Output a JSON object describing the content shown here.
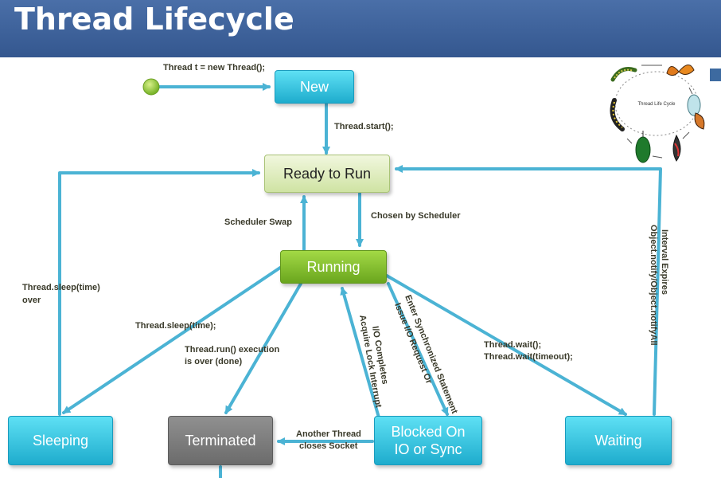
{
  "title": "Thread Lifecycle",
  "nodes": {
    "new": "New",
    "ready": "Ready to Run",
    "running": "Running",
    "sleeping": "Sleeping",
    "terminated": "Terminated",
    "blocked_line1": "Blocked On",
    "blocked_line2": "IO or Sync",
    "waiting": "Waiting"
  },
  "edges": {
    "create": "Thread t = new Thread();",
    "start": "Thread.start();",
    "scheduler_swap": "Scheduler Swap",
    "chosen": "Chosen by Scheduler",
    "sleep_over_1": "Thread.sleep(time)",
    "sleep_over_2": "over",
    "sleep": "Thread.sleep(time);",
    "run_done_1": "Thread.run() execution",
    "run_done_2": "is over (done)",
    "acquire_lock": "Acquire Lock Interrupt",
    "io_completes": "I/O Completes",
    "issue_io": "Issue I/O Request Or",
    "enter_sync": "Enter Synchronized Statement",
    "wait_1": "Thread.wait();",
    "wait_2": "Thread.wait(timeout);",
    "notify_1": "Interval Expires",
    "notify_2": "Object.notify/Object.notifyAll",
    "closes_1": "Another Thread",
    "closes_2": "closes Socket"
  },
  "illustration": {
    "caption": "Thread Life Cycle",
    "icon": "butterfly-lifecycle-icon"
  },
  "colors": {
    "header": "#3b5f98",
    "arrow": "#4bb3d4",
    "node_teal": "#27b4d4",
    "node_green": "#7cb82f",
    "node_pale": "#dbeab8",
    "node_gray": "#7d7d7d"
  }
}
